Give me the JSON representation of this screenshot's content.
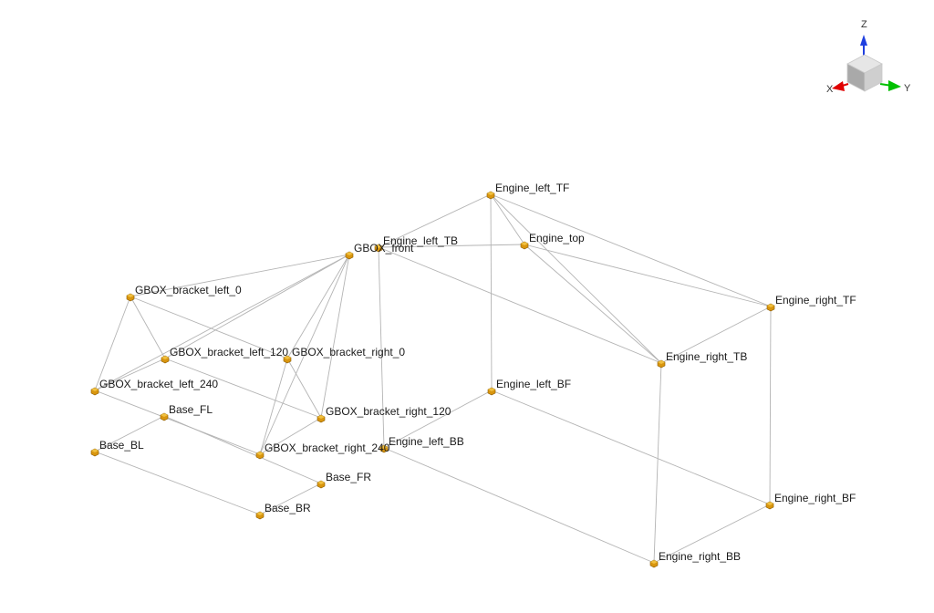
{
  "colors": {
    "background": "#ffffff",
    "edge": "#b4b4b4",
    "node_fill": "#d9960f",
    "node_top": "#f0c040",
    "node_stroke": "#8a5a00",
    "label": "#1a1a1a",
    "axis_x": "#e00000",
    "axis_y": "#00c000",
    "axis_z": "#2040e0"
  },
  "axes_triad": {
    "labels": {
      "x": "X",
      "y": "Y",
      "z": "Z"
    },
    "icons": [
      "cube-icon",
      "x-axis-arrow-icon",
      "y-axis-arrow-icon",
      "z-axis-arrow-icon"
    ]
  },
  "nodes": [
    {
      "id": "engine_left_tf",
      "label": "Engine_left_TF"
    },
    {
      "id": "engine_left_tb",
      "label": "Engine_left_TB"
    },
    {
      "id": "engine_top",
      "label": "Engine_top"
    },
    {
      "id": "engine_right_tf",
      "label": "Engine_right_TF"
    },
    {
      "id": "engine_right_tb",
      "label": "Engine_right_TB"
    },
    {
      "id": "engine_left_bf",
      "label": "Engine_left_BF"
    },
    {
      "id": "engine_left_bb",
      "label": "Engine_left_BB"
    },
    {
      "id": "engine_right_bf",
      "label": "Engine_right_BF"
    },
    {
      "id": "engine_right_bb",
      "label": "Engine_right_BB"
    },
    {
      "id": "gbox_front",
      "label": "GBOX_front"
    },
    {
      "id": "gbox_bracket_left_0",
      "label": "GBOX_bracket_left_0"
    },
    {
      "id": "gbox_bracket_left_120",
      "label": "GBOX_bracket_left_120"
    },
    {
      "id": "gbox_bracket_left_240",
      "label": "GBOX_bracket_left_240"
    },
    {
      "id": "gbox_bracket_right_0",
      "label": "GBOX_bracket_right_0"
    },
    {
      "id": "gbox_bracket_right_120",
      "label": "GBOX_bracket_right_120"
    },
    {
      "id": "gbox_bracket_right_240",
      "label": "GBOX_bracket_right_240"
    },
    {
      "id": "base_fl",
      "label": "Base_FL"
    },
    {
      "id": "base_bl",
      "label": "Base_BL"
    },
    {
      "id": "base_fr",
      "label": "Base_FR"
    },
    {
      "id": "base_br",
      "label": "Base_BR"
    }
  ],
  "edges": [
    [
      "engine_left_tf",
      "engine_left_tb"
    ],
    [
      "engine_left_tf",
      "engine_top"
    ],
    [
      "engine_left_tf",
      "engine_right_tf"
    ],
    [
      "engine_left_tf",
      "engine_right_tb"
    ],
    [
      "engine_left_tf",
      "engine_left_bf"
    ],
    [
      "engine_left_tb",
      "engine_top"
    ],
    [
      "engine_left_tb",
      "engine_right_tb"
    ],
    [
      "engine_left_tb",
      "engine_left_bb"
    ],
    [
      "engine_top",
      "engine_right_tf"
    ],
    [
      "engine_top",
      "engine_right_tb"
    ],
    [
      "engine_right_tf",
      "engine_right_tb"
    ],
    [
      "engine_right_tf",
      "engine_right_bf"
    ],
    [
      "engine_right_tb",
      "engine_right_bb"
    ],
    [
      "engine_left_bf",
      "engine_left_bb"
    ],
    [
      "engine_left_bf",
      "engine_right_bf"
    ],
    [
      "engine_left_bb",
      "engine_right_bb"
    ],
    [
      "engine_right_bf",
      "engine_right_bb"
    ],
    [
      "gbox_front",
      "gbox_bracket_left_0"
    ],
    [
      "gbox_front",
      "gbox_bracket_left_120"
    ],
    [
      "gbox_front",
      "gbox_bracket_right_0"
    ],
    [
      "gbox_front",
      "gbox_bracket_right_120"
    ],
    [
      "gbox_front",
      "gbox_bracket_right_240"
    ],
    [
      "gbox_front",
      "gbox_bracket_left_240"
    ],
    [
      "gbox_bracket_left_0",
      "gbox_bracket_left_120"
    ],
    [
      "gbox_bracket_left_0",
      "gbox_bracket_left_240"
    ],
    [
      "gbox_bracket_left_0",
      "gbox_bracket_right_0"
    ],
    [
      "gbox_bracket_left_120",
      "gbox_bracket_left_240"
    ],
    [
      "gbox_bracket_left_120",
      "gbox_bracket_right_120"
    ],
    [
      "gbox_bracket_left_240",
      "gbox_bracket_right_240"
    ],
    [
      "gbox_bracket_right_0",
      "gbox_bracket_right_120"
    ],
    [
      "gbox_bracket_right_0",
      "gbox_bracket_right_240"
    ],
    [
      "gbox_bracket_right_120",
      "gbox_bracket_right_240"
    ],
    [
      "base_fl",
      "base_bl"
    ],
    [
      "base_fl",
      "base_fr"
    ],
    [
      "base_bl",
      "base_br"
    ],
    [
      "base_fr",
      "base_br"
    ]
  ]
}
